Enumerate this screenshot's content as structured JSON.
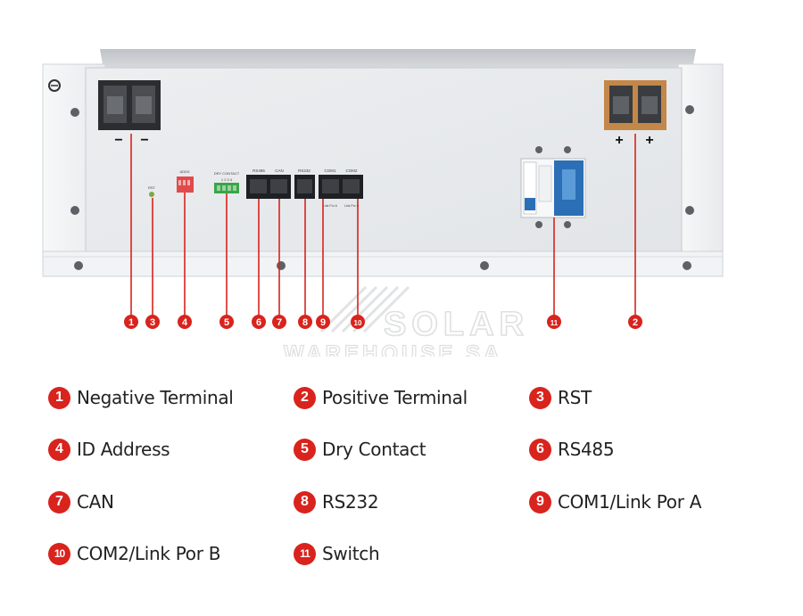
{
  "panel": {
    "labels": {
      "rst": "RST",
      "adds": "ADDS",
      "dry": "DRY CONTACT",
      "dry_pins": "1 2 3 4",
      "rs485": "RS485",
      "can": "CAN",
      "rs232": "RS232",
      "com1": "COM1",
      "com2": "COM2",
      "com1_sub": "Link Por A",
      "com2_sub": "Link Por B",
      "neg1": "−",
      "neg2": "−",
      "pos1": "+",
      "pos2": "+"
    },
    "colors": {
      "callout": "#d9231d",
      "breaker_blue": "#2b6fb6",
      "terminal_copper": "#c4874a",
      "dip_red": "#e04a4a",
      "contact_green": "#3aa54a"
    }
  },
  "watermark": {
    "line1": "SOLAR",
    "line2": "WAREHOUSE SA"
  },
  "callouts": [
    "1",
    "3",
    "4",
    "5",
    "6",
    "7",
    "8",
    "9",
    "10",
    "11",
    "2"
  ],
  "legend": [
    {
      "num": "1",
      "label": "Negative Terminal"
    },
    {
      "num": "2",
      "label": "Positive Terminal"
    },
    {
      "num": "3",
      "label": "RST"
    },
    {
      "num": "4",
      "label": "ID Address"
    },
    {
      "num": "5",
      "label": "Dry Contact"
    },
    {
      "num": "6",
      "label": "RS485"
    },
    {
      "num": "7",
      "label": "CAN"
    },
    {
      "num": "8",
      "label": "RS232"
    },
    {
      "num": "9",
      "label": "COM1/Link Por A"
    },
    {
      "num": "10",
      "label": "COM2/Link Por B"
    },
    {
      "num": "11",
      "label": "Switch"
    }
  ]
}
